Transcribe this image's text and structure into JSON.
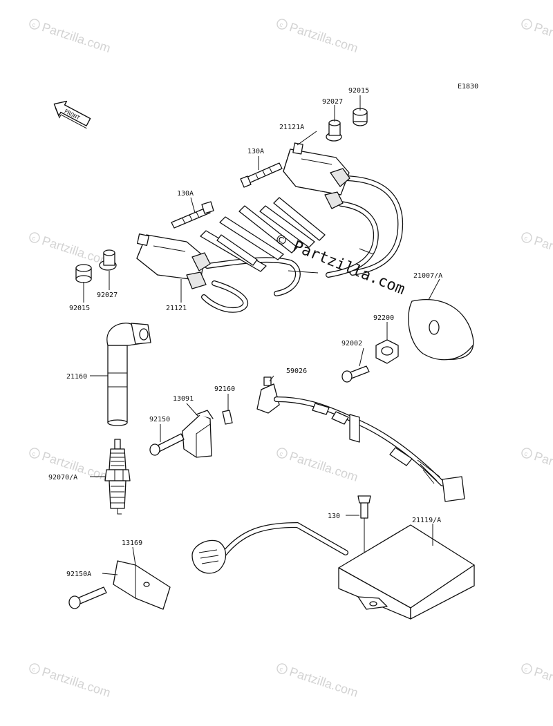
{
  "diagram": {
    "code": "E1830",
    "front_marker": "FRONT",
    "watermark": {
      "text": "Partzilla.com",
      "symbol": "©",
      "center_text": "© Partzilla.com"
    },
    "parts": [
      {
        "id": "92015_top",
        "label": "92015"
      },
      {
        "id": "92027_top",
        "label": "92027"
      },
      {
        "id": "21121A",
        "label": "21121A"
      },
      {
        "id": "130A_top",
        "label": "130A"
      },
      {
        "id": "130A_left",
        "label": "130A"
      },
      {
        "id": "92015_left",
        "label": "92015"
      },
      {
        "id": "92027_left",
        "label": "92027"
      },
      {
        "id": "21121",
        "label": "21121"
      },
      {
        "id": "21007A",
        "label": "21007/A"
      },
      {
        "id": "92200",
        "label": "92200"
      },
      {
        "id": "92002",
        "label": "92002"
      },
      {
        "id": "21160",
        "label": "21160"
      },
      {
        "id": "59026",
        "label": "59026"
      },
      {
        "id": "92160",
        "label": "92160"
      },
      {
        "id": "13091",
        "label": "13091"
      },
      {
        "id": "92150",
        "label": "92150"
      },
      {
        "id": "92070A",
        "label": "92070/A"
      },
      {
        "id": "130",
        "label": "130"
      },
      {
        "id": "21119A",
        "label": "21119/A"
      },
      {
        "id": "13169",
        "label": "13169"
      },
      {
        "id": "92150A",
        "label": "92150A"
      }
    ]
  }
}
